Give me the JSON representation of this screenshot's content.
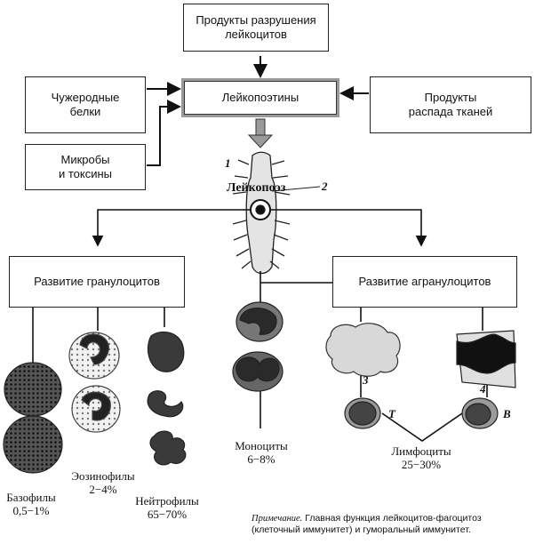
{
  "boxes": {
    "products_destruction": "Продукты разрушения\nлейкоцитов",
    "foreign_proteins": "Чужеродные\nбелки",
    "leukopoietins": "Лейкопоэтины",
    "tissue_decay": "Продукты\nраспада тканей",
    "microbes": "Микробы\nи токсины",
    "granulocytes_dev": "Развитие гранулоцитов",
    "agranulocytes_dev": "Развитие агранулоцитов"
  },
  "leukopoiesis_label": "Лейкопоэз",
  "markers": {
    "m1": "1",
    "m2": "2",
    "m3": "3",
    "m4": "4",
    "T": "T",
    "B": "B"
  },
  "cells": {
    "basophils": {
      "name": "Базофилы",
      "pct": "0,5−1%"
    },
    "eosinophils": {
      "name": "Эозинофилы",
      "pct": "2−4%"
    },
    "neutrophils": {
      "name": "Нейтрофилы",
      "pct": "65−70%"
    },
    "monocytes": {
      "name": "Моноциты",
      "pct": "6−8%"
    },
    "lymphocytes": {
      "name": "Лимфоциты",
      "pct": "25−30%"
    }
  },
  "note": {
    "label": "Примечание.",
    "text": "Главная функция лейкоцитов-фагоцитоз (клеточный иммунитет) и гуморальный иммунитет."
  }
}
